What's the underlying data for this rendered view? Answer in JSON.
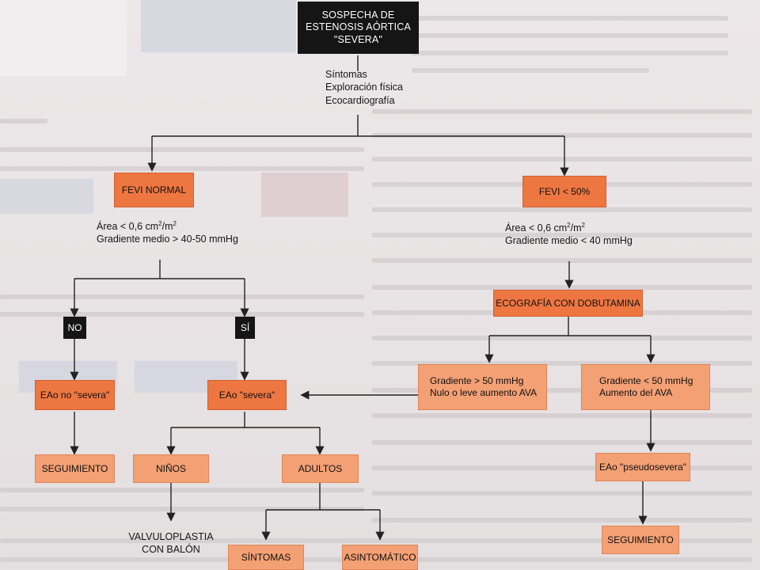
{
  "flowchart": {
    "title": "SOSPECHA DE ESTENOSIS AÓRTICA \"SEVERA\"",
    "initial_evaluation": [
      "Síntomas",
      "Exploración física",
      "Ecocardiografía"
    ],
    "left_branch": {
      "label": "FEVI NORMAL",
      "criteria_area_prefix": "Área < 0,6 cm",
      "criteria_area_sup": "2",
      "criteria_area_suffix": "/m",
      "criteria_area_sup2": "2",
      "criteria_gradient": "Gradiente medio > 40-50 mmHg",
      "no_label": "NO",
      "si_label": "SÍ",
      "not_severe": "EAo no \"severa\"",
      "severe": "EAo \"severa\"",
      "follow_up": "SEGUIMIENTO",
      "children": "NIÑOS",
      "adults": "ADULTOS",
      "valvuloplasty_line1": "VALVULOPLASTIA",
      "valvuloplasty_line2": "CON BALÓN",
      "symptoms": "SÍNTOMAS",
      "asymptomatic": "ASINTOMÁTICO"
    },
    "right_branch": {
      "label": "FEVI < 50%",
      "criteria_area_prefix": "Área < 0,6 cm",
      "criteria_area_sup": "2",
      "criteria_area_suffix": "/m",
      "criteria_area_sup2": "2",
      "criteria_gradient": "Gradiente medio < 40 mmHg",
      "echo": "ECOGRAFÍA CON DOBUTAMINA",
      "high_gradient_line1": "Gradiente > 50 mmHg",
      "high_gradient_line2": "Nulo o leve aumento AVA",
      "low_gradient_line1": "Gradiente < 50 mmHg",
      "low_gradient_line2": "Aumento del AVA",
      "pseudo": "EAo \"pseudosevera\"",
      "follow_up": "SEGUIMIENTO"
    }
  },
  "colors": {
    "orange": "#ee7741",
    "salmon": "#f3a074",
    "dark": "#151515",
    "line": "#222222"
  }
}
